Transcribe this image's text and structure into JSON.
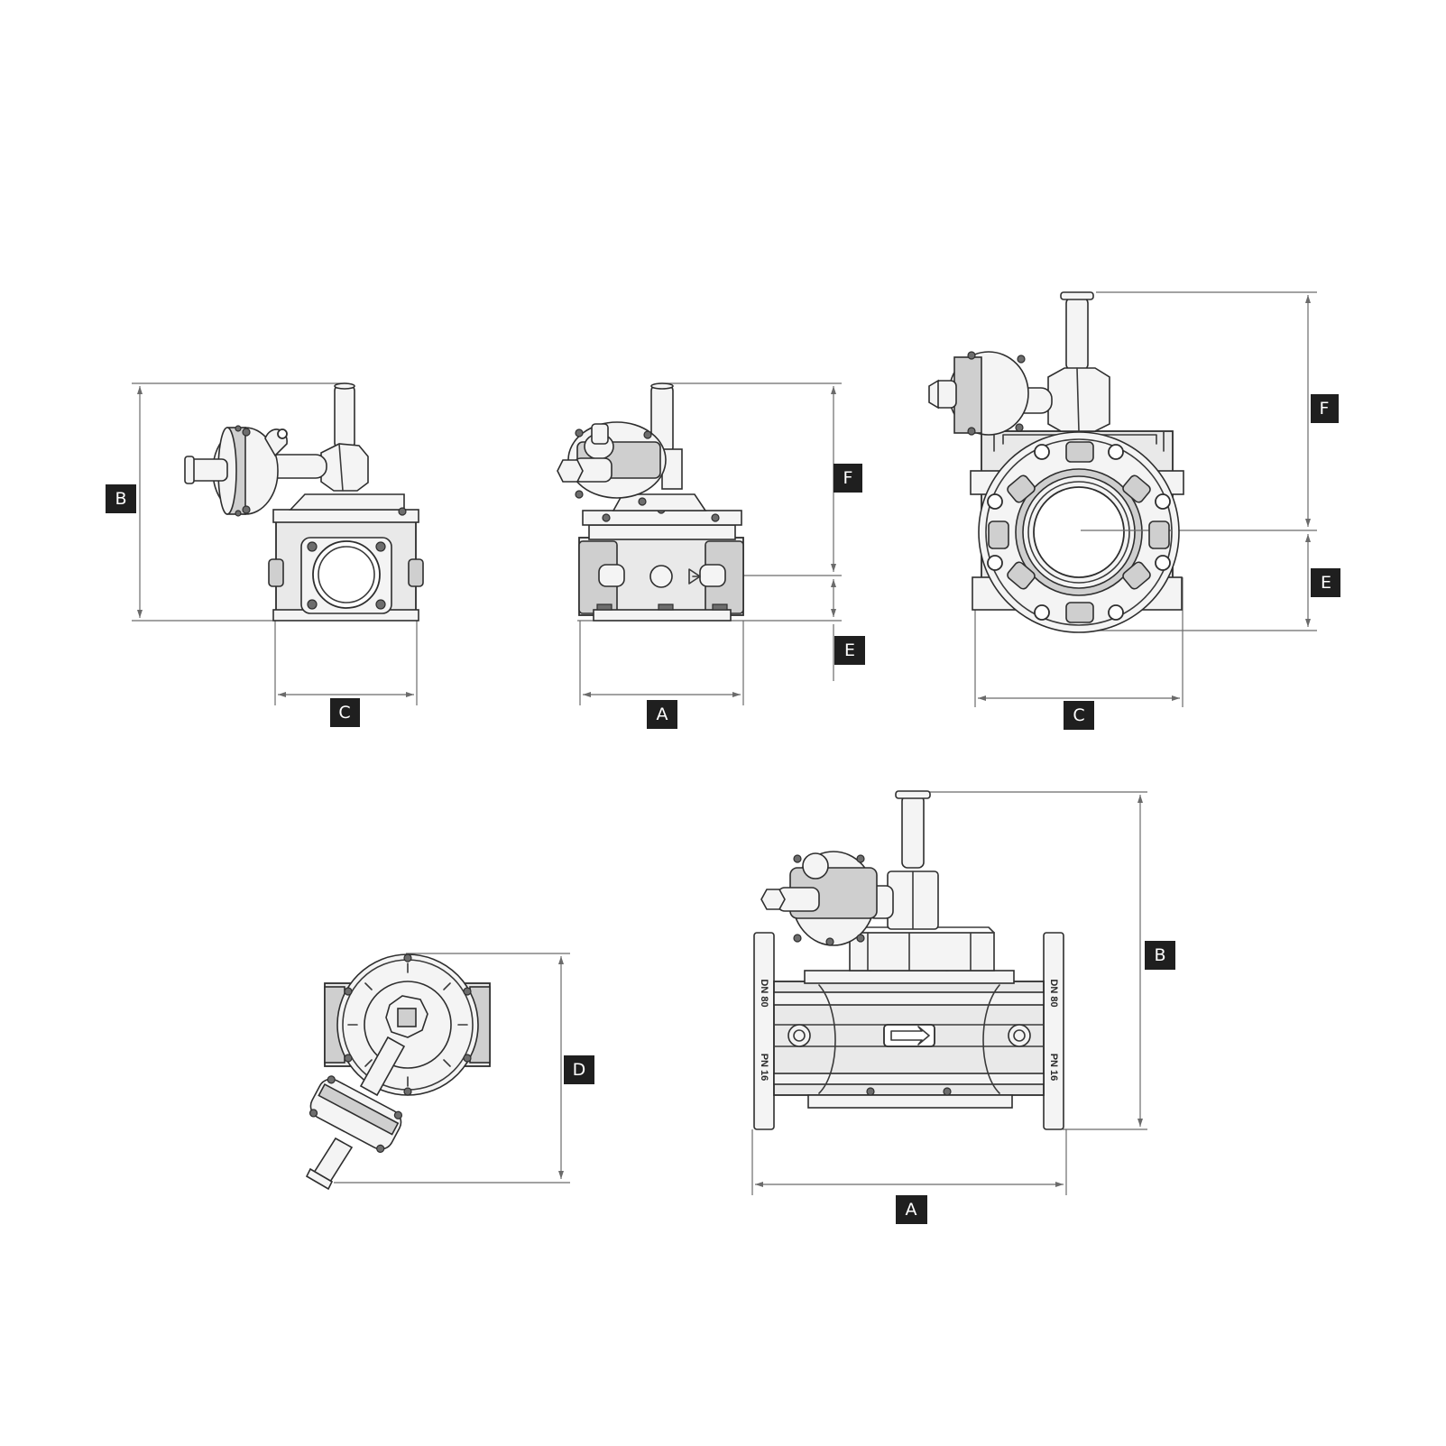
{
  "labels": {
    "v1_height": "B",
    "v1_width": "C",
    "v2_top": "F",
    "v2_bottom": "E",
    "v2_width": "A",
    "v3_top": "F",
    "v3_bottom": "E",
    "v3_width": "C",
    "v4_height": "D",
    "v5_height": "B",
    "v5_width": "A"
  },
  "flange_marks": {
    "left_dn": "DN 80",
    "left_pn": "PN 16",
    "right_dn": "DN 80",
    "right_pn": "PN 16"
  }
}
